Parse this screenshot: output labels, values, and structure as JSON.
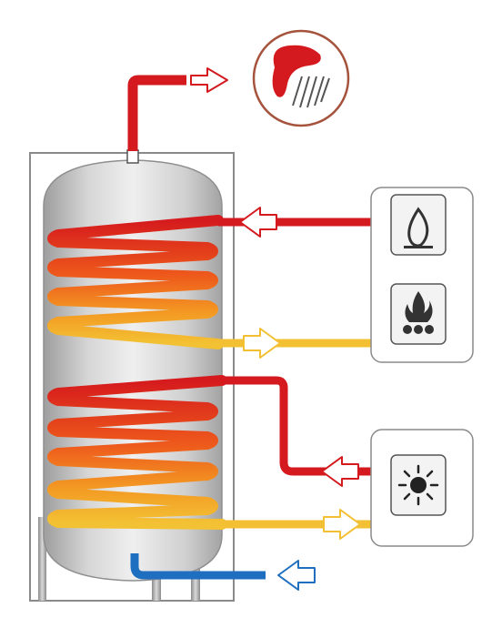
{
  "diagram": {
    "components": {
      "tank": "storage-tank",
      "coil_upper": "upper-heating-coil",
      "coil_lower": "lower-heating-coil",
      "hot_water_outlet": "hot-water-outlet",
      "cold_water_inlet": "cold-water-inlet"
    },
    "icons": {
      "shower": "shower-icon",
      "gas_flame": "gas-flame-icon",
      "solid_fuel": "solid-fuel-fire-icon",
      "sun": "sun-icon"
    },
    "colors": {
      "hot": "#d41a1f",
      "warm": "#f07a1a",
      "cool": "#f2c032",
      "cold": "#1f6fc0",
      "frame": "#8a8a8a",
      "tank_light": "#e6e6e6",
      "tank_dark": "#a8a8a8",
      "icon_border": "#a5533c"
    }
  }
}
